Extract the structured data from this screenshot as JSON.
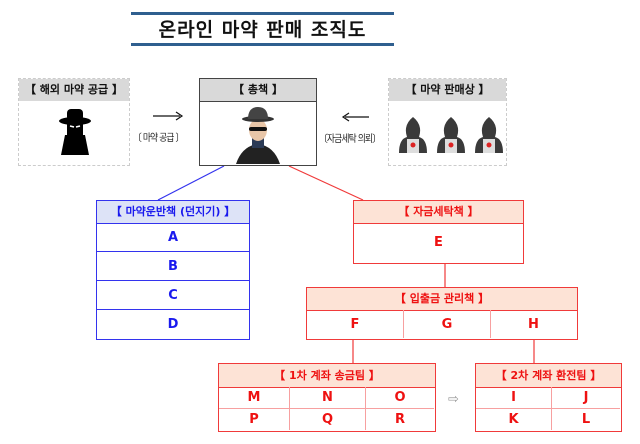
{
  "title": "온라인 마약 판매 조직도",
  "top": {
    "supplier": {
      "label": "【 해외 마약 공급 】"
    },
    "boss": {
      "label": "【  총책  】"
    },
    "dealers": {
      "label": "【 마약 판매상 】"
    },
    "supply_label": "〔 마약 공급 〕",
    "laundering_request_label": "〔자금세탁 의뢰〕"
  },
  "transport": {
    "label": "【  마약운반책 (던지기) 】",
    "members": [
      "A",
      "B",
      "C",
      "D"
    ]
  },
  "laundering": {
    "label": "【  자금세탁책  】",
    "members": [
      "E"
    ]
  },
  "cash": {
    "label": "【  입출금  관리책  】",
    "members": [
      "F",
      "G",
      "H"
    ]
  },
  "team1": {
    "label": "【  1차  계좌  송금팀  】",
    "members": [
      "M",
      "N",
      "O",
      "P",
      "Q",
      "R"
    ]
  },
  "team2": {
    "label": "【  2차  계좌  환전팀  】",
    "members": [
      "I",
      "J",
      "K",
      "L"
    ]
  },
  "flow_arrow": "⇨",
  "colors": {
    "blue": "#3333ee",
    "red": "#f03a3a",
    "title_rule": "#2f5f8f"
  }
}
